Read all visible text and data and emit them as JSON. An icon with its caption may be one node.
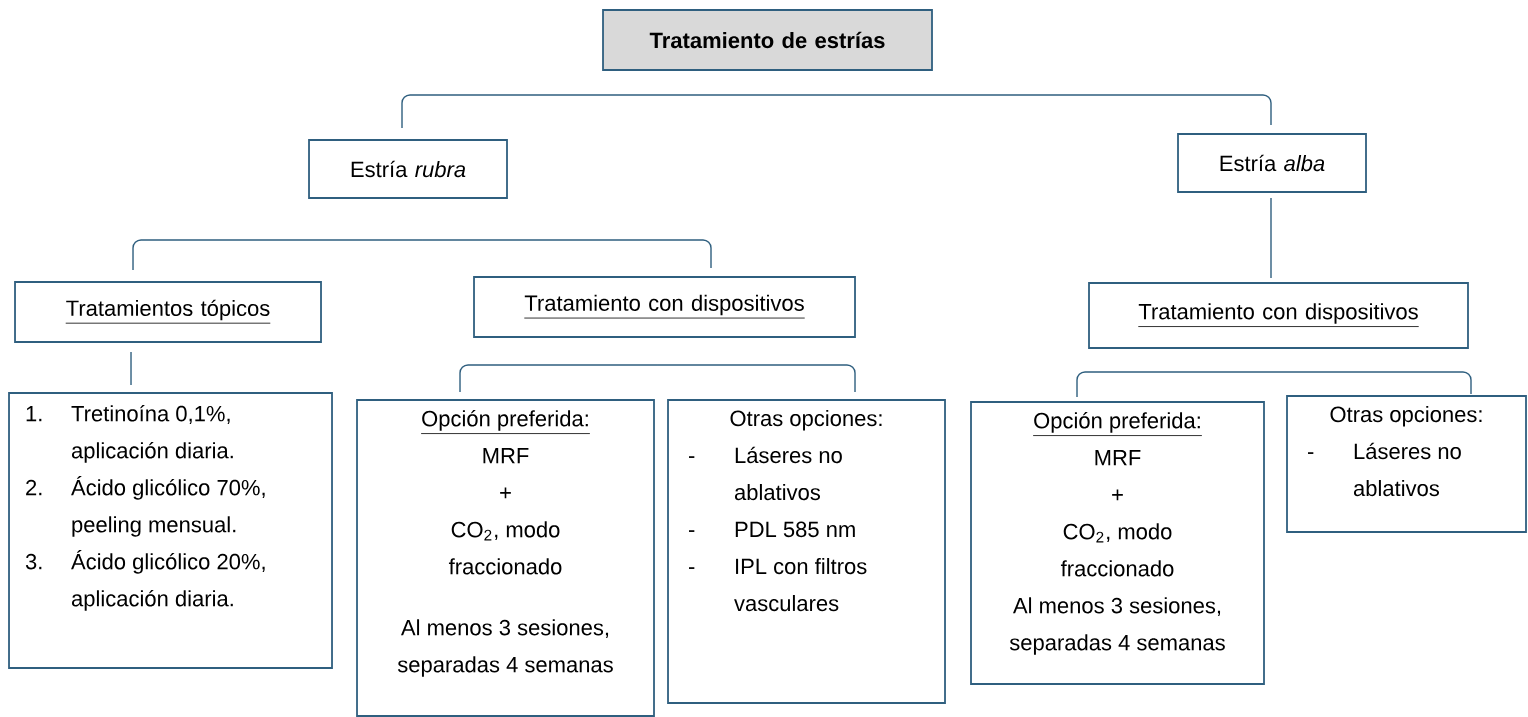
{
  "diagram": {
    "nodes": [
      {
        "text": [
          "Tratamiento de estrías"
        ]
      },
      {
        "text": [
          "Estría *rubra*"
        ]
      },
      {
        "text": [
          "Estría *alba*"
        ]
      },
      {
        "text": [
          "Tratamientos tópicos"
        ]
      },
      {
        "text": [
          "Tratamiento con dispositivos"
        ]
      },
      {
        "text": [
          "Tratamiento con dispositivos"
        ]
      },
      {
        "text": [
          "1.",
          "Tretinoína 0,1%, aplicación diaria.",
          "2.",
          "Ácido glicólico 70%, peeling mensual.",
          "3.",
          "Ácido glicólico 20%, aplicación diaria."
        ]
      },
      {
        "text": [
          "Opción preferida:",
          "MRF",
          "+",
          "CO$_{2}$, modo fraccionado",
          "Al menos 3 sesiones, separadas 4 semanas"
        ]
      },
      {
        "text": [
          "Otras opciones:",
          "-",
          "Láseres no ablativos",
          "-",
          "PDL 585 nm",
          "-",
          "IPL con filtros vasculares"
        ]
      },
      {
        "text": [
          "Opción preferida:",
          "MRF",
          "+",
          "CO$_{2}$, modo fraccionado",
          "Al menos 3 sesiones, separadas 4 semanas"
        ]
      },
      {
        "text": [
          "Otras opciones:",
          "-",
          "Láseres no ablativos"
        ]
      }
    ],
    "edges": [
      {
        "from": 0,
        "to": 1,
        "arrow": "none"
      },
      {
        "from": 0,
        "to": 2,
        "arrow": "none"
      },
      {
        "from": 1,
        "to": 3,
        "arrow": "none"
      },
      {
        "from": 1,
        "to": 4,
        "arrow": "none"
      },
      {
        "from": 2,
        "to": 5,
        "arrow": "none"
      },
      {
        "from": 3,
        "to": 6,
        "arrow": "none"
      },
      {
        "from": 4,
        "to": 7,
        "arrow": "none"
      },
      {
        "from": 4,
        "to": 8,
        "arrow": "none"
      },
      {
        "from": 5,
        "to": 9,
        "arrow": "none"
      },
      {
        "from": 5,
        "to": 10,
        "arrow": "none"
      }
    ]
  }
}
